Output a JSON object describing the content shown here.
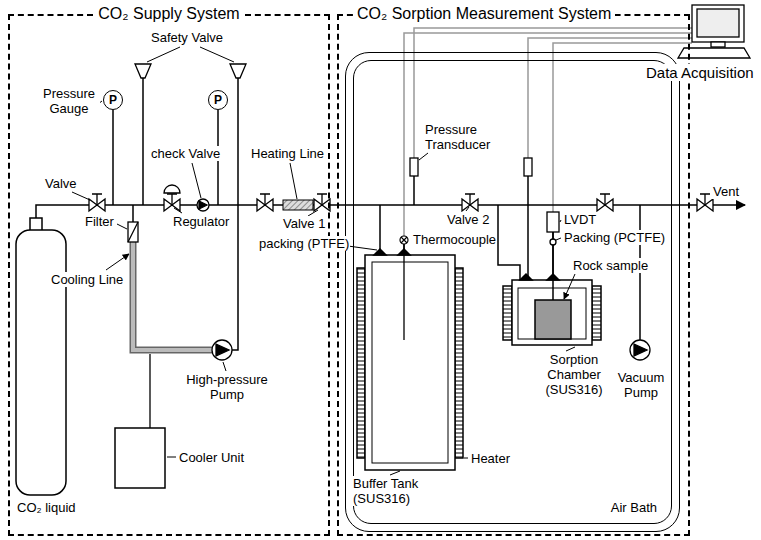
{
  "diagram": {
    "nodes": [
      {
        "text": [
          "CO₂ Supply System"
        ]
      },
      {
        "text": [
          "CO₂ Sorption Measurement System"
        ]
      },
      {
        "text": [
          "Air Bath"
        ],
        "in": 1
      },
      {
        "text": [
          "P"
        ],
        "in": 0
      },
      {
        "text": [
          "P"
        ],
        "in": 0
      }
    ],
    "labels": [
      "Pressure Gauge",
      "Safety Valve",
      "Valve",
      "Filter",
      "check Valve",
      "Regulator",
      "Heating Line",
      "Valve 1",
      "packing (PTFE)",
      "Pressure Transducer",
      "Thermocouple",
      "Valve 2",
      "LVDT",
      "Packing (PCTFE)",
      "Rock sample",
      "Cooling Line",
      "CO₂ liquid",
      "High-pressure Pump",
      "Cooler Unit",
      "Buffer Tank (SUS316)",
      "Heater",
      "Sorption Chamber (SUS316)",
      "Vacuum Pump",
      "Vent",
      "Data Acquisition"
    ]
  }
}
